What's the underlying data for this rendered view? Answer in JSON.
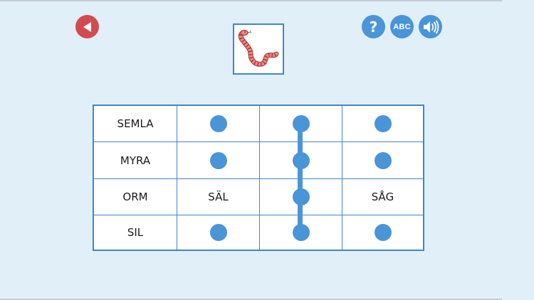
{
  "colors": {
    "background": "#e0eff8",
    "back_button": "#d24b50",
    "accent_blue": "#4a94d8",
    "grid_border": "#3e86cf"
  },
  "header": {
    "back_button": {
      "icon": "triangle-left-icon"
    },
    "help_button": {
      "label": "?",
      "icon": "question-icon"
    },
    "abc_button": {
      "label": "ABC",
      "icon": "abc-icon"
    },
    "sound_button": {
      "icon": "speaker-icon"
    }
  },
  "prompt_picture": {
    "subject": "snake",
    "icon": "snake-picture"
  },
  "grid": {
    "rows": [
      {
        "word": "SEMLA",
        "cells": [
          "dot",
          "dot-selected",
          "dot"
        ]
      },
      {
        "word": "MYRA",
        "cells": [
          "dot",
          "dot-selected",
          "dot"
        ]
      },
      {
        "word": "ORM",
        "cells": [
          "SÄL",
          "dot-selected",
          "SÅG"
        ]
      },
      {
        "word": "SIL",
        "cells": [
          "dot",
          "dot-selected",
          "dot"
        ]
      }
    ],
    "labels": {
      "r0c0": "SEMLA",
      "r1c0": "MYRA",
      "r2c0": "ORM",
      "r2c1": "SÄL",
      "r2c3": "SÅG",
      "r3c0": "SIL"
    },
    "selected_path_column": 2
  }
}
